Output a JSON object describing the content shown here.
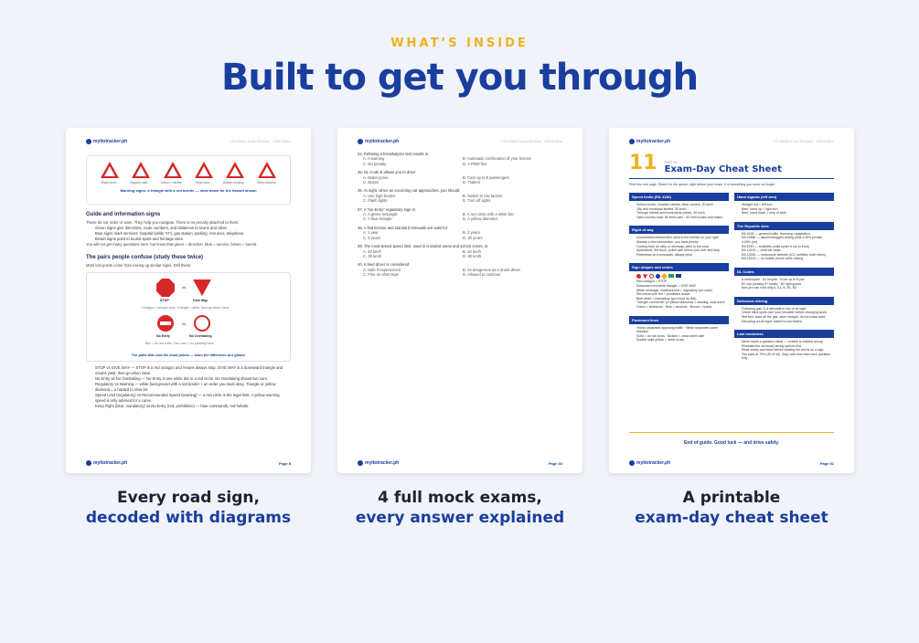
{
  "eyebrow": "WHAT’S INSIDE",
  "headline": "Built to get you through",
  "brand": "myltotracker.ph",
  "cards": [
    {
      "caption_line1": "Every road sign,",
      "caption_line2": "decoded with diagrams",
      "page": "Page 8",
      "sign_labels": [
        "Sharp curve",
        "Slippery road",
        "School / children",
        "Road work",
        "Animal crossing",
        "Steep descent"
      ],
      "warn_line": "Warning signs: a triangle with a red border — slow down for the hazard shown",
      "section1_title": "Guide and information signs",
      "section1_text": "These do not order or warn. They help you navigate. There is no penalty attached to them.",
      "section1_bullets": [
        "Green signs give directions, route numbers, and distances to towns and cities.",
        "Blue signs mark services: hospital (white \"H\"), gas station, parking, rest area, telephone.",
        "Brown signs point to tourist spots and heritage sites."
      ],
      "section1_note": "You will not get many questions here, but know that green = direction, blue = service, brown = tourist.",
      "section2_title": "The pairs people confuse (study these twice)",
      "section2_text": "Most lost points come from mixing up similar signs. Drill these:",
      "pair_labels": [
        "STOP",
        "Give Way",
        "No Entry",
        "No Overtaking"
      ],
      "pair_vs": "vs",
      "pair_note1": "Octagon = always stop. Triangle = yield, then go when clear.",
      "pair_note2": "Bar = do not enter. Two cars = no passing here.",
      "pair_foot": "The pairs that cost the most points — learn the difference at a glance",
      "bottom_bullets": [
        "STOP vs GIVE WAY — STOP is a red octagon and means always stop. GIVE WAY is a downward triangle and means yield, then go when clear.",
        "No Entry vs No Overtaking — No Entry is one white bar in a red circle. No Overtaking shows two cars.",
        "Regulatory vs Warning — white background with a red border + an order you must obey. Triangle or yellow diamond = a hazard to slow for.",
        "Speed Limit (regulatory) vs Recommended Speed (warning) — a red circle is the legal limit. A yellow warning speed is only advised for a curve.",
        "Keep Right (blue, mandatory) vs No Entry (red, prohibitive) — blue commands, red forbids."
      ]
    },
    {
      "caption_line1": "4 full mock exams,",
      "caption_line2": "every answer explained",
      "page": "Page 30",
      "header_sub": "LTO Written Exam Reviewer · 2025 Edition",
      "questions": [
        {
          "q": "34. Refusing a breathalyzer test results in:",
          "opts": [
            "A. A warning",
            "B. Automatic confiscation of your license",
            "C. No penalty",
            "D. A P500 fine"
          ]
        },
        {
          "q": "35. DL Code B allows you to drive:",
          "opts": [
            "A. Motorcycles",
            "B. Cars up to 8 passengers",
            "C. Buses",
            "D. Trailers"
          ]
        },
        {
          "q": "36. At night, when an oncoming car approaches, you should:",
          "opts": [
            "A. Use high beams",
            "B. Switch to low beams",
            "C. Flash lights",
            "D. Turn off lights"
          ]
        },
        {
          "q": "37. A \"No Entry\" regulatory sign is:",
          "opts": [
            "A. A green rectangle",
            "B. A red circle with a white bar",
            "C. A blue triangle",
            "D. A yellow diamond"
          ]
        },
        {
          "q": "38. A first license and standard renewals are valid for:",
          "opts": [
            "A. 1 year",
            "B. 3 years",
            "C. 5 years",
            "D. 20 years"
          ]
        },
        {
          "q": "39. The most-tested speed limit, used in crowded areas and school zones, is:",
          "opts": [
            "A. 20 km/h",
            "B. 40 km/h",
            "C. 30 km/h",
            "D. 80 km/h"
          ]
        },
        {
          "q": "40. A tired driver is considered:",
          "opts": [
            "A. Safe if experienced",
            "B. As dangerous as a drunk driver",
            "C. Fine on short trips",
            "D. Allowed to continue"
          ]
        }
      ]
    },
    {
      "caption_line1": "A printable",
      "caption_line2": "exam-day cheat sheet",
      "page": "Page 51",
      "part_num": "11",
      "part_label": "PART 11",
      "part_title": "Exam-Day Cheat Sheet",
      "intro": "Print this one page. Read it in the queue, right before your exam. It is everything you must not forget.",
      "left_boxes": [
        {
          "title": "Speed limits (RA 4136)",
          "items": [
            "School zones, crowded streets, blind corners: 20 km/h",
            "City and municipal streets: 30 km/h",
            "Through streets and boulevards (clear): 40 km/h",
            "Open country road: 80 km/h cars · 50 km/h trucks and buses"
          ]
        },
        {
          "title": "Right of way",
          "items": [
            "Uncontrolled intersection: yield to the vehicle on your right",
            "Already in the intersection: you have priority",
            "Coming from an alley or driveway: yield to the road",
            "Ambulance, fire truck, police with sirens: pull over and stop",
            "Pedestrian at a crosswalk: always yield"
          ]
        },
        {
          "title": "Sign shapes and colors",
          "items": [
            "Red octagon = STOP",
            "Downward red-white triangle = GIVE WAY",
            "White rectangle, red/black text = regulatory (an order)",
            "Red circle with red = prohibited action",
            "Blue circle = mandatory (you must do this)",
            "Triangle, red border (or yellow diamond) = warning, slow down",
            "Green = directions · Blue = services · Brown = tourist"
          ]
        },
        {
          "title": "Pavement lines",
          "items": [
            "Yellow separates opposing traffic · White separates same direction",
            "Solid = do not cross · Broken = cross when safe",
            "Double solid yellow = never cross"
          ]
        }
      ],
      "right_boxes": [
        {
          "title": "Hand signals (left arm)",
          "items": [
            "Straight out = left turn",
            "Bent, hand up = right turn",
            "Bent, hand down = stop or slow"
          ]
        },
        {
          "title": "The Republic Acts",
          "items": [
            "RA 4136 — general traffic, licensing, registration",
            "RA 10586 — alcohol/drugged driving (limit 0.05% private, 0.00% pro)",
            "RA 8750 — seatbelts (child under 6 not in front)",
            "RA 11229 — child car seats",
            "RA 10054 — motorcycle helmets (ICC certified, both riders)",
            "RA 10913 — no mobile phone while driving"
          ]
        },
        {
          "title": "DL Codes",
          "items": [
            "A motorcycle · A1 tricycle · B car up to 8 pax",
            "B1 van (seating 9+ seats) · B2 light goods",
            "Non-pro can hold only A, A1, B, B1, B2"
          ]
        },
        {
          "title": "Defensive driving",
          "items": [
            "Following gap: 3–4 seconds in rain or at night",
            "Check blind spots over your shoulder before changing lanes",
            "Wet test: ease off the gas, steer straight, do not brake hard",
            "Decoding cut at night: switch to low beams"
          ]
        },
        {
          "title": "Last reminders",
          "items": [
            "Never leave a question blank — a blank is marked wrong",
            "Eliminate the obviously wrong options first",
            "Read slowly and twice before reading the words on a sign",
            "The pass at 75% (30 of 40). Stay calm and read each question fully."
          ]
        }
      ],
      "end_line": "End of guide. Good luck — and drive safely."
    }
  ],
  "colors": {
    "accent": "#f0b020",
    "brand": "#1a3e9e",
    "background": "#f0f4fa",
    "sign_red": "#d62828"
  }
}
